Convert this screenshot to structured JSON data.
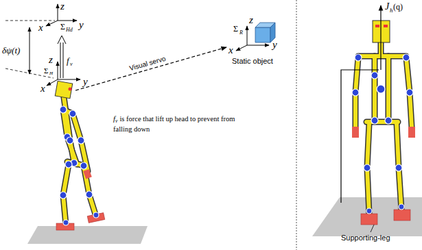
{
  "diagram": {
    "labels": [
      "z",
      "x",
      "y",
      "Σ",
      "Hd",
      "δψ(t)",
      "z",
      "x",
      "y",
      "Σ",
      "H",
      "f",
      "v",
      "Visual servo",
      "Σ",
      "R",
      "z",
      "x",
      "y",
      "Static object",
      "f",
      "v",
      "is force that lift up head to prevent from falling down",
      "J",
      "h",
      "(q)",
      "Supporting-leg"
    ]
  }
}
